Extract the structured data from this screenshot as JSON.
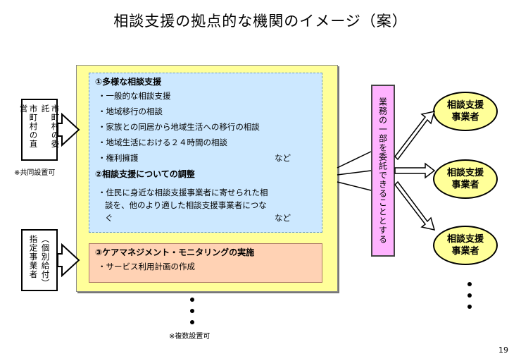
{
  "title": "相談支援の拠点的な機関のイメージ（案）",
  "left": {
    "box1": {
      "col1": "市町村の委託",
      "col2": "市町村の直営"
    },
    "note1": "※共同設置可",
    "box2": {
      "col1": "（個別給付）",
      "col2": "指定事業者"
    }
  },
  "blue": {
    "heading1": "①多様な相談支援",
    "items": [
      "・一般的な相談支援",
      "・地域移行の相談",
      "・家族との同居から地域生活への移行の相談",
      "・地域生活における２４時間の相談",
      "・権利擁護"
    ],
    "items_suffix": "など",
    "heading2": "②相談支援についての調整",
    "adjust_line1": "・住民に身近な相談支援事業者に寄せられた相",
    "adjust_line2": "談を、他のより適した相談支援事業者につな",
    "adjust_line3": "ぐ",
    "adjust_suffix": "など"
  },
  "orange": {
    "heading": "③ケアマネジメント・モニタリングの実施",
    "item": "・サービス利用計画の作成"
  },
  "note2": "※複数設置可",
  "purple": "業務の一部を委託できることとする",
  "ovals": [
    {
      "line1": "相談支援",
      "line2": "事業者"
    },
    {
      "line1": "相談支援",
      "line2": "事業者"
    },
    {
      "line1": "相談支援",
      "line2": "事業者"
    }
  ],
  "page_number": "19"
}
